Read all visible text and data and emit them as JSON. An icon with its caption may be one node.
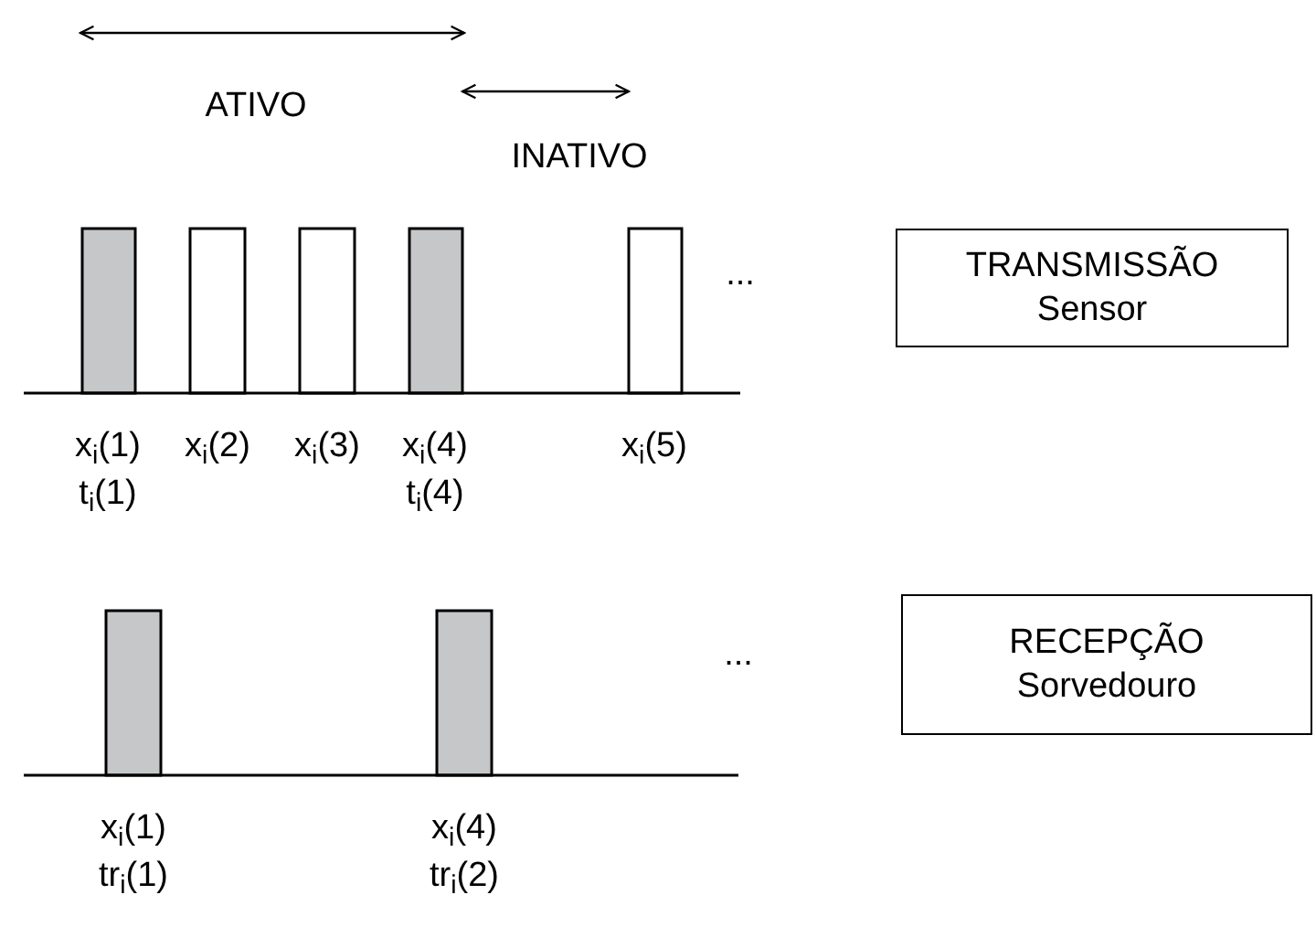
{
  "diagram": {
    "nodes": [
      {
        "text": [],
        "shape": "bar"
      },
      {
        "text": [],
        "shape": "bar"
      },
      {
        "text": [],
        "shape": "bar"
      },
      {
        "text": [],
        "shape": "bar"
      },
      {
        "text": [],
        "shape": "bar"
      },
      {
        "text": [
          "TRANSMISSÃO",
          "Sensor"
        ]
      },
      {
        "text": [],
        "shape": "bar"
      },
      {
        "text": [],
        "shape": "bar"
      },
      {
        "text": [
          "RECEPÇÃO",
          "Sorvedouro"
        ]
      }
    ],
    "edges": [],
    "labels": [
      "ATIVO",
      "INATIVO",
      "...",
      "x$_{i}$(1)",
      "x$_{i}$(2)",
      "x$_{i}$(3)",
      "x$_{i}$(4)",
      "x$_{i}$(5)",
      "t$_{i}$(1)",
      "t$_{i}$(4)",
      "...",
      "x$_{i}$(1)",
      "x$_{i}$(4)",
      "tr$_{i}$(1)",
      "tr$_{i}$(2)"
    ]
  }
}
